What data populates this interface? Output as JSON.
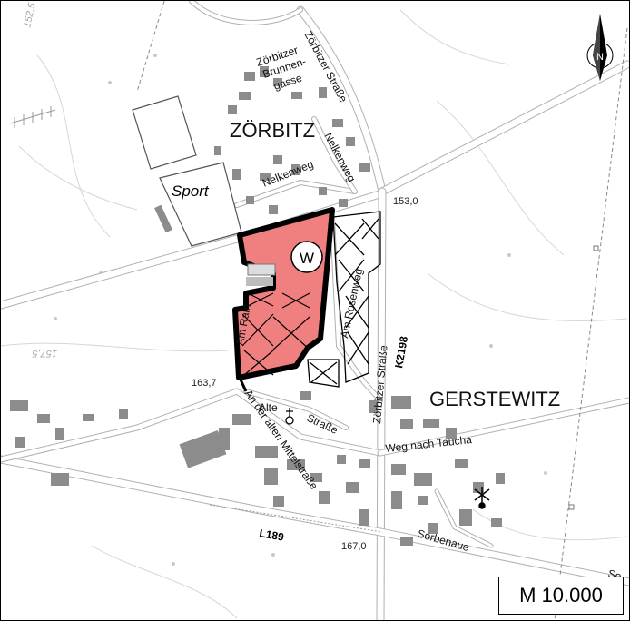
{
  "map": {
    "places": {
      "zoerbitz": "ZÖRBITZ",
      "gerstewitz": "GERSTEWITZ",
      "sport": "Sport"
    },
    "streets": {
      "zoerbitzer_brunnengasse_1": "Zörbitzer",
      "zoerbitzer_brunnengasse_2": "Brunnen-",
      "zoerbitzer_brunnengasse_3": "gasse",
      "zoerbitzer_strasse_north": "Zörbitzer Straße",
      "nelkenweg_1": "Nelkenweg",
      "nelkenweg_2": "Nelkenweg",
      "am_rosenweg": "Am Rosenweg",
      "am_rain_part": "Am Rain",
      "zoerbitzer_strasse_south": "Zörbitzer Straße",
      "alte_strasse_1": "Alte",
      "alte_strasse_2": "Straße",
      "an_der_alten_mittelstrasse": "An der alten Mittelstraße",
      "weg_nach_taucha": "Weg nach Taucha",
      "sorbenaue": "Sorbenaue",
      "so_edge": "So"
    },
    "roads": {
      "k2198": "K2198",
      "l189": "L189"
    },
    "elevations": {
      "e153": "153,0",
      "e163": "163,7",
      "e167": "167,0",
      "e157_faint": "157,5",
      "e152_faint": "152,5"
    },
    "area_symbol": "W",
    "north_label": "N",
    "scale": "M 10.000",
    "colors": {
      "site_fill": "#f08080",
      "boundary": "#000000",
      "building": "#8c8c8c",
      "road": "#ffffff"
    }
  }
}
